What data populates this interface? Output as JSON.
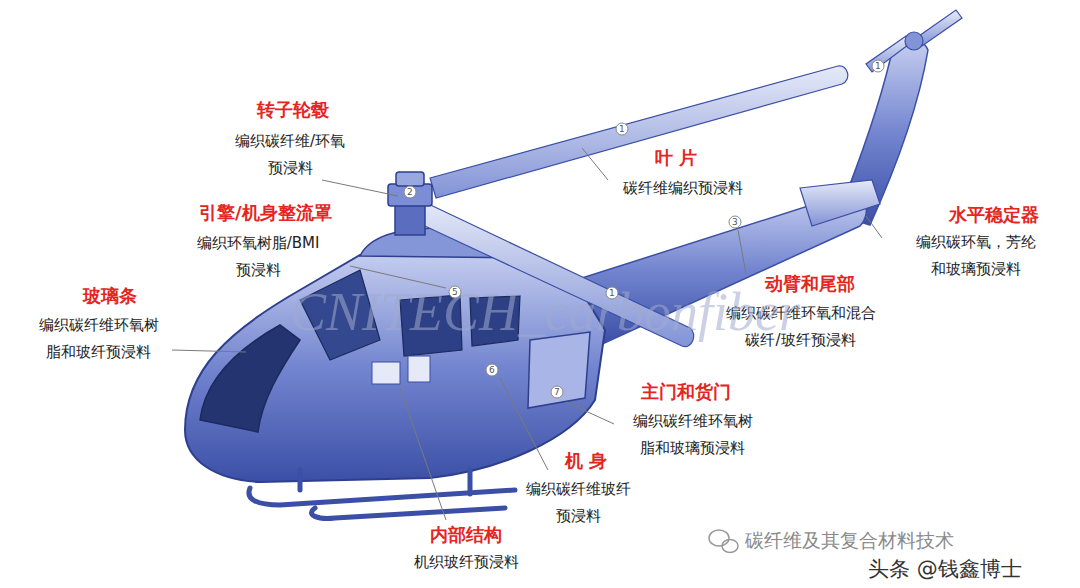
{
  "diagram": {
    "labels": [
      "转子轮毂",
      "编织碳纤维/环氧 预浸料",
      "叶 片",
      "碳纤维编织预浸料",
      "引擎/机身整流罩",
      "编织环氧树脂/BMI 预浸料",
      "水平稳定器",
      "编织碳环氧，芳纶 和玻璃预浸料",
      "玻璃条",
      "编织碳纤维环氧树 脂和玻纤预浸料",
      "动臂和尾部",
      "编织碳纤维环氧和混合 碳纤/玻纤预浸料",
      "主门和货门",
      "编织碳纤维环氧树 脂和玻璃预浸料",
      "机 身",
      "编织碳纤维玻纤 预浸料",
      "内部结构",
      "机织玻纤预浸料",
      "CNITECH_carbonfiber",
      "碳纤维及其复合材料技术",
      "头条 @钱鑫博士",
      "1",
      "1",
      "2",
      "5",
      "3",
      "1",
      "6",
      "7"
    ]
  }
}
